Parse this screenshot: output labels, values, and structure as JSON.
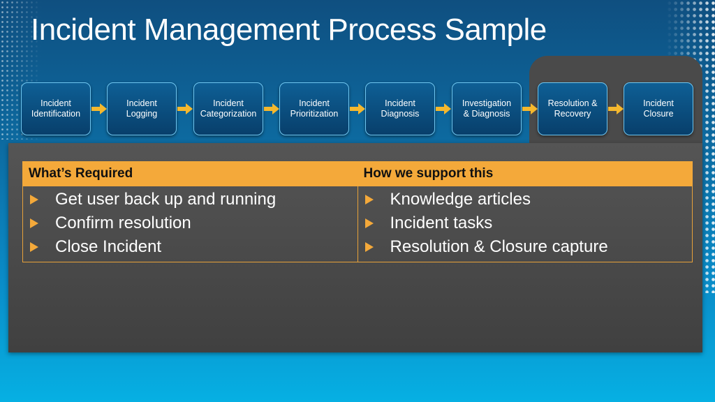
{
  "title": "Incident Management Process Sample",
  "steps": [
    {
      "label": "Incident\nIdentification"
    },
    {
      "label": "Incident\nLogging"
    },
    {
      "label": "Incident\nCategorization"
    },
    {
      "label": "Incident\nPrioritization"
    },
    {
      "label": "Incident\nDiagnosis"
    },
    {
      "label": "Investigation\n& Diagnosis"
    },
    {
      "label": "Resolution &\nRecovery"
    },
    {
      "label": "Incident\nClosure"
    }
  ],
  "table": {
    "headers": [
      "What’s Required",
      "How we support this"
    ],
    "required": [
      "Get user back up and running",
      "Confirm resolution",
      "Close Incident"
    ],
    "support": [
      "Knowledge articles",
      "Incident tasks",
      "Resolution & Closure capture"
    ]
  },
  "colors": {
    "accent": "#f4a93a",
    "arrow": "#f5b82e",
    "step_border": "#6fc6f0"
  },
  "icons": {
    "bullet": "triangle-right-icon",
    "connector": "arrow-right-icon"
  }
}
